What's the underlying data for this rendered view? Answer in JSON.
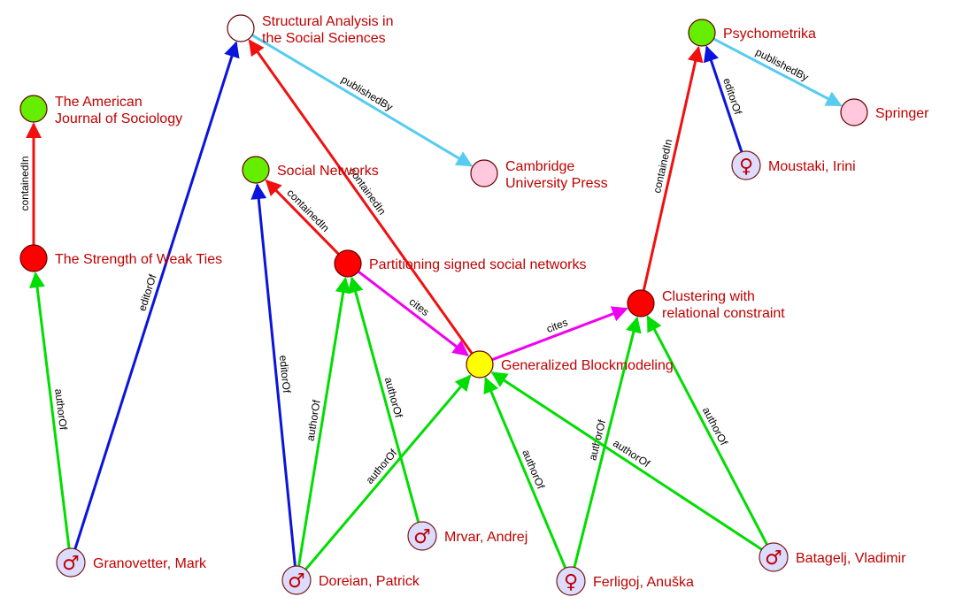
{
  "colors": {
    "sym_text": "#c00000",
    "edge": {
      "authorOf": "#00dd00",
      "editorOf": "#0a14dc",
      "containedIn": "#f01010",
      "publishedBy": "#55ccf0",
      "cites": "#f000f0"
    },
    "node": {
      "journal": "#66ee00",
      "book": "#ffffff",
      "publisher": "#ffc8dc",
      "article": "#ff0000",
      "focus": "#ffff00",
      "person": "#dcdcff"
    }
  },
  "nodes": [
    {
      "id": "sas",
      "type": "book",
      "label": [
        "Structural Analysis in",
        "the Social Sciences"
      ]
    },
    {
      "id": "ajs",
      "type": "journal",
      "label": [
        "The American",
        "Journal of Sociology"
      ]
    },
    {
      "id": "sn",
      "type": "journal",
      "label": [
        "Social Networks"
      ]
    },
    {
      "id": "cup",
      "type": "publisher",
      "label": [
        "Cambridge",
        "University Press"
      ]
    },
    {
      "id": "psy",
      "type": "journal",
      "label": [
        "Psychometrika"
      ]
    },
    {
      "id": "spr",
      "type": "publisher",
      "label": [
        "Springer"
      ]
    },
    {
      "id": "mou",
      "type": "person",
      "symbol": "♀",
      "label": [
        "Moustaki, Irini"
      ]
    },
    {
      "id": "swt",
      "type": "article",
      "label": [
        "The Strength of Weak Ties"
      ]
    },
    {
      "id": "pssn",
      "type": "article",
      "label": [
        "Partitioning signed social networks"
      ]
    },
    {
      "id": "cwrc",
      "type": "article",
      "label": [
        "Clustering with",
        "relational constraint"
      ]
    },
    {
      "id": "gb",
      "type": "focus",
      "label": [
        "Generalized Blockmodeling"
      ]
    },
    {
      "id": "gra",
      "type": "person",
      "symbol": "♂",
      "label": [
        "Granovetter, Mark"
      ]
    },
    {
      "id": "dor",
      "type": "person",
      "symbol": "♂",
      "label": [
        "Doreian, Patrick"
      ]
    },
    {
      "id": "mrv",
      "type": "person",
      "symbol": "♂",
      "label": [
        "Mrvar, Andrej"
      ]
    },
    {
      "id": "fer",
      "type": "person",
      "symbol": "♀",
      "label": [
        "Ferligoj, Anuška"
      ]
    },
    {
      "id": "bat",
      "type": "person",
      "symbol": "♂",
      "label": [
        "Batagelj, Vladimir"
      ]
    }
  ],
  "edges": [
    {
      "from": "swt",
      "to": "ajs",
      "label": "containedIn",
      "kind": "containedIn"
    },
    {
      "from": "gra",
      "to": "swt",
      "label": "authorOf",
      "kind": "authorOf"
    },
    {
      "from": "gra",
      "to": "sas",
      "label": "editorOf",
      "kind": "editorOf"
    },
    {
      "from": "sas",
      "to": "cup",
      "label": "publishedBy",
      "kind": "publishedBy"
    },
    {
      "from": "gb",
      "to": "sas",
      "label": "containedIn",
      "kind": "containedIn"
    },
    {
      "from": "pssn",
      "to": "sn",
      "label": "containedIn",
      "kind": "containedIn"
    },
    {
      "from": "dor",
      "to": "sn",
      "label": "editorOf",
      "kind": "editorOf"
    },
    {
      "from": "pssn",
      "to": "gb",
      "label": "cites",
      "kind": "cites"
    },
    {
      "from": "gb",
      "to": "cwrc",
      "label": "cites",
      "kind": "cites"
    },
    {
      "from": "cwrc",
      "to": "psy",
      "label": "containedIn",
      "kind": "containedIn"
    },
    {
      "from": "psy",
      "to": "spr",
      "label": "publishedBy",
      "kind": "publishedBy"
    },
    {
      "from": "mou",
      "to": "psy",
      "label": "editorOf",
      "kind": "editorOf"
    },
    {
      "from": "dor",
      "to": "pssn",
      "label": "authorOf",
      "kind": "authorOf"
    },
    {
      "from": "mrv",
      "to": "pssn",
      "label": "authorOf",
      "kind": "authorOf"
    },
    {
      "from": "dor",
      "to": "gb",
      "label": "authorOf",
      "kind": "authorOf"
    },
    {
      "from": "fer",
      "to": "gb",
      "label": "authorOf",
      "kind": "authorOf"
    },
    {
      "from": "fer",
      "to": "cwrc",
      "label": "authorOf",
      "kind": "authorOf"
    },
    {
      "from": "bat",
      "to": "gb",
      "label": "authorOf",
      "kind": "authorOf"
    },
    {
      "from": "bat",
      "to": "cwrc",
      "label": "authorOf",
      "kind": "authorOf"
    }
  ]
}
